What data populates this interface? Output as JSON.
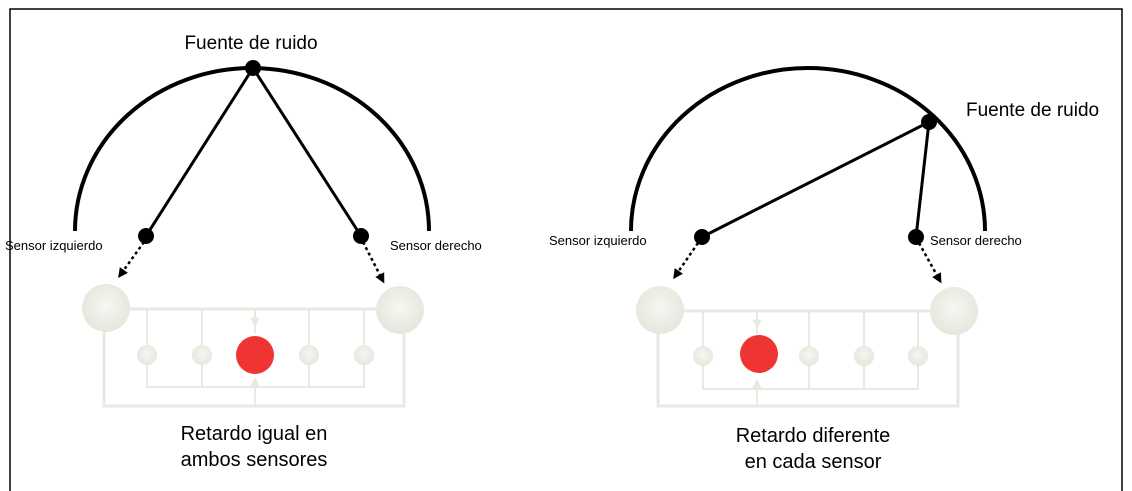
{
  "left_panel": {
    "source_label": "Fuente de ruido",
    "left_sensor_label": "Sensor izquierdo",
    "right_sensor_label": "Sensor derecho",
    "caption_line1": "Retardo igual en",
    "caption_line2": "ambos sensores"
  },
  "right_panel": {
    "source_label": "Fuente de ruido",
    "left_sensor_label": "Sensor izquierdo",
    "right_sensor_label": "Sensor derecho",
    "caption_line1": "Retardo diferente",
    "caption_line2": "en cada sensor"
  },
  "colors": {
    "ink": "#000000",
    "frame": "#000000",
    "faded_circuit": "#e9e9e1",
    "coincidence_node": "#ef3434"
  }
}
